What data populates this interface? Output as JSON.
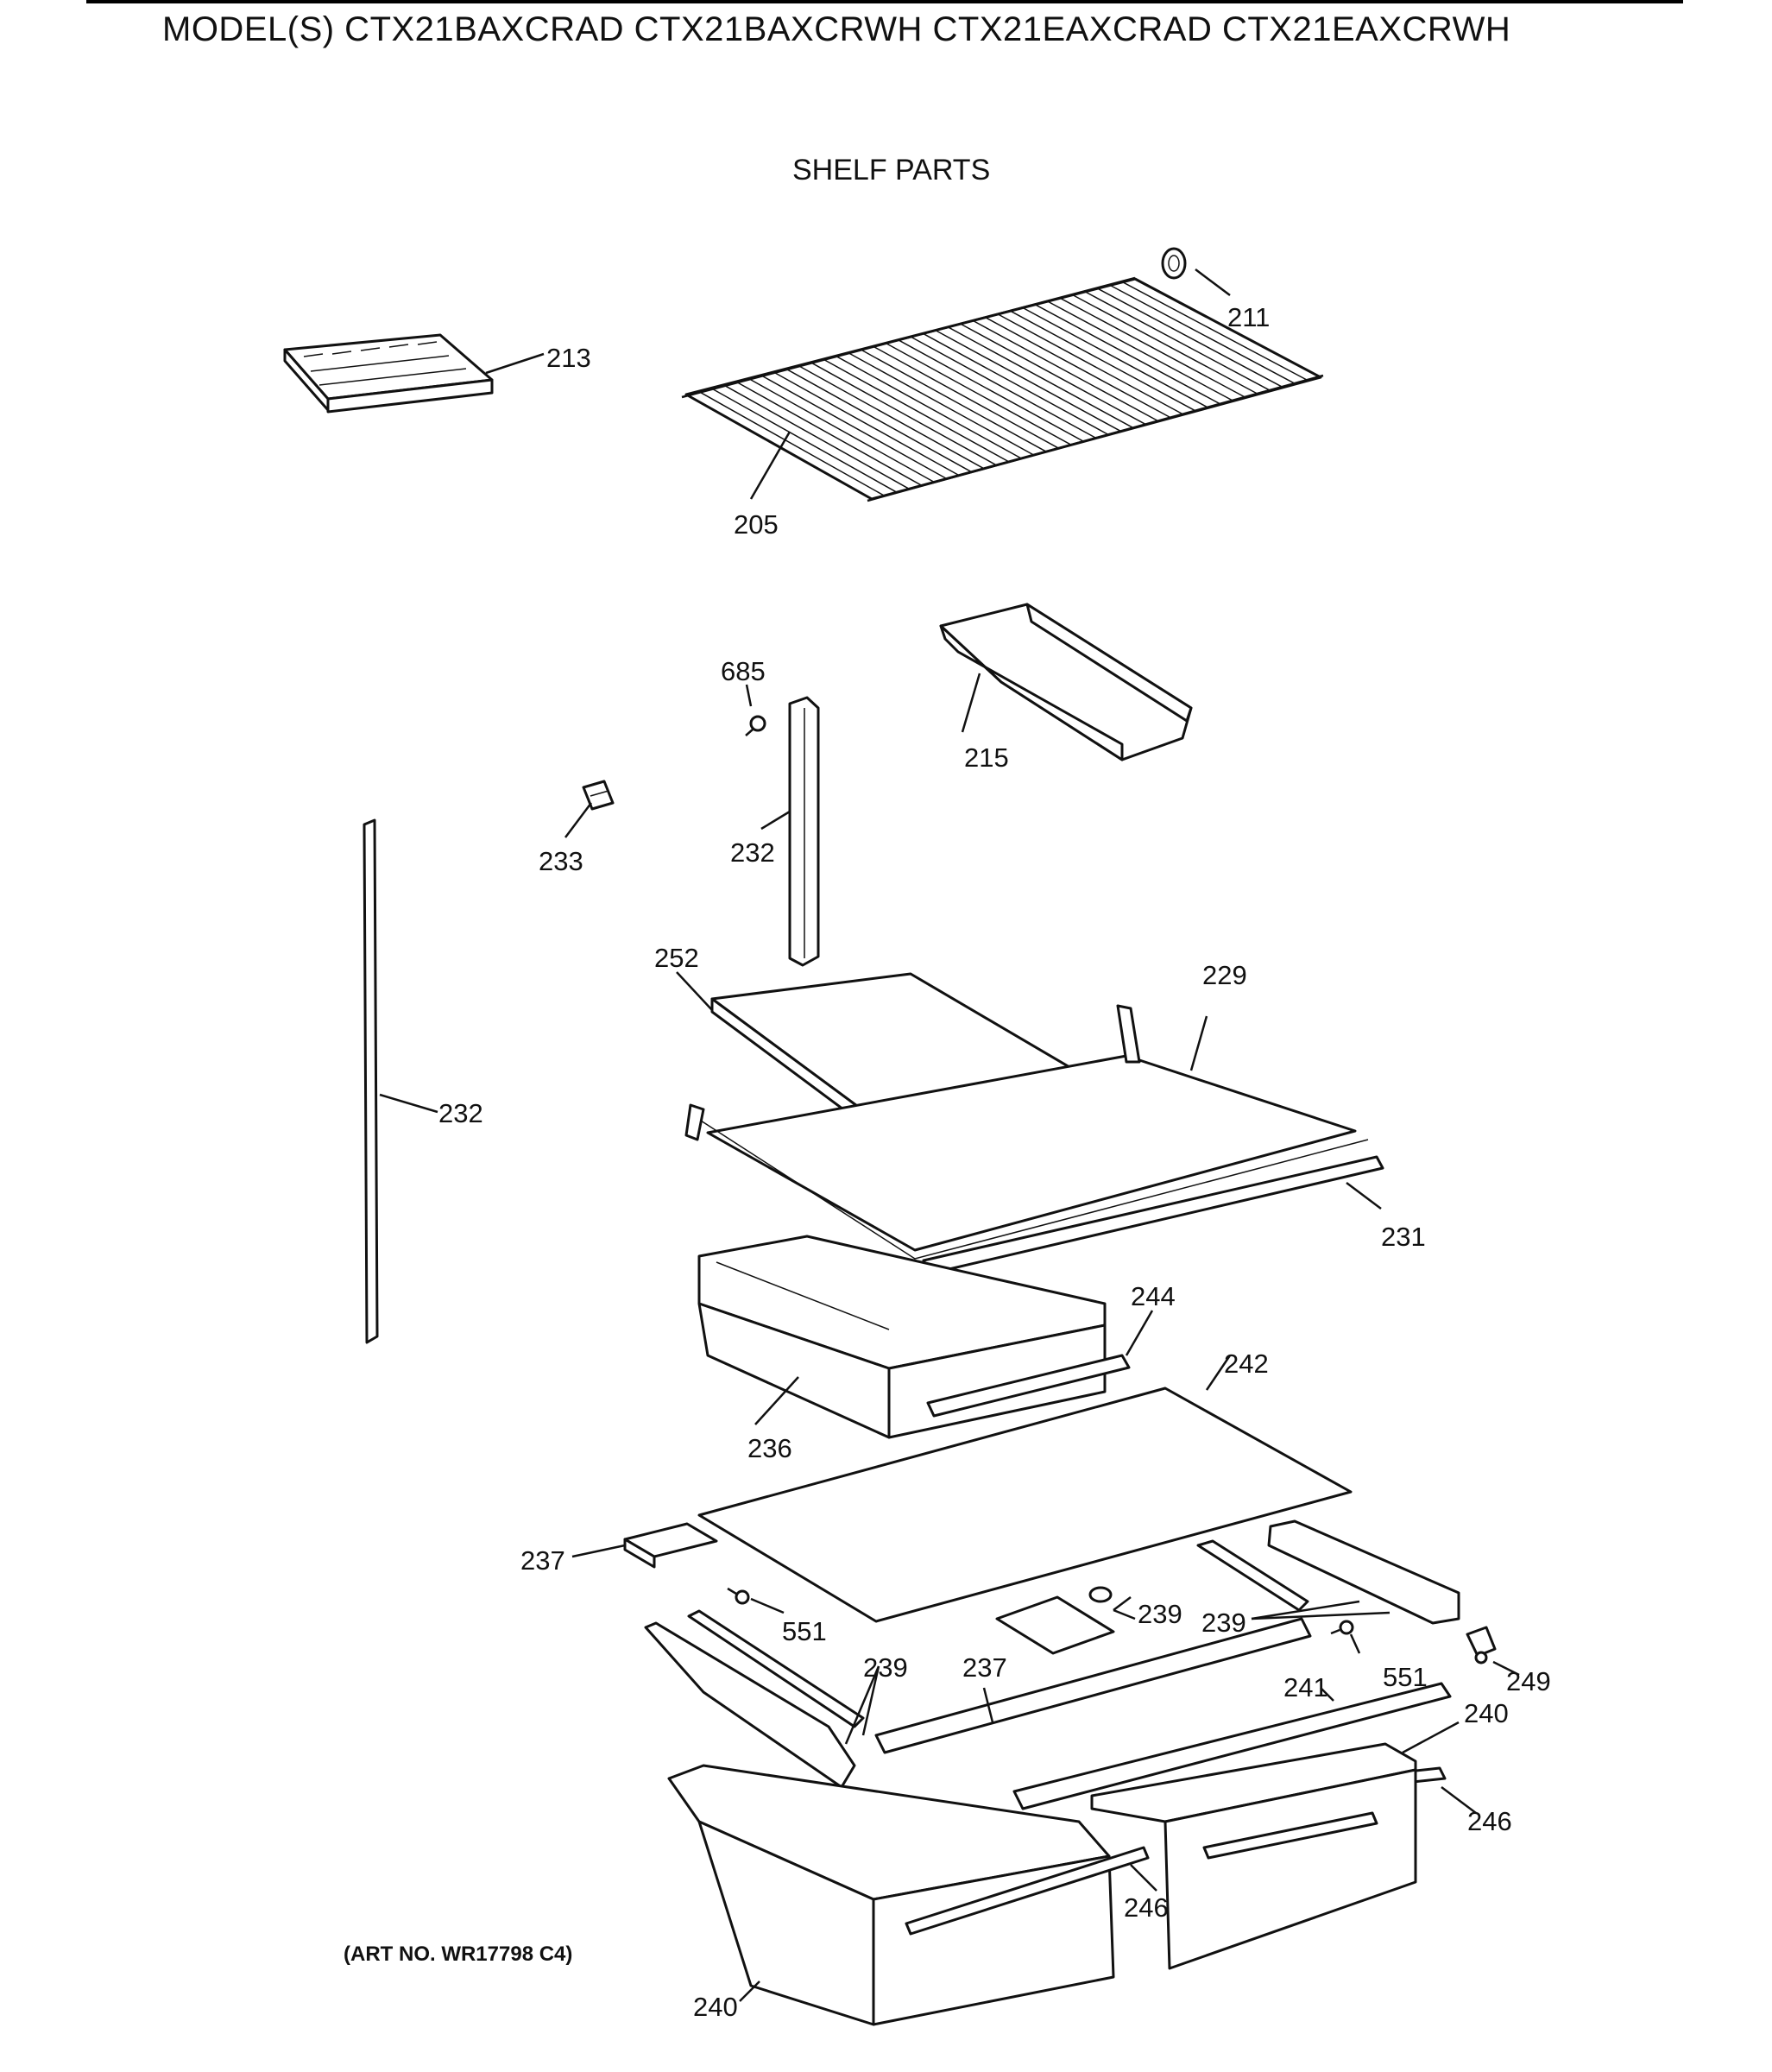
{
  "header": {
    "models": "MODEL(S) CTX21BAXCRAD  CTX21BAXCRWH  CTX21EAXCRAD  CTX21EAXCRWH"
  },
  "section": {
    "title": "SHELF PARTS"
  },
  "footer": {
    "art_number": "(ART NO. WR17798 C4)"
  },
  "callouts": [
    {
      "id": "c211",
      "text": "211"
    },
    {
      "id": "c213",
      "text": "213"
    },
    {
      "id": "c205",
      "text": "205"
    },
    {
      "id": "c685",
      "text": "685"
    },
    {
      "id": "c215",
      "text": "215"
    },
    {
      "id": "c233",
      "text": "233"
    },
    {
      "id": "c232a",
      "text": "232"
    },
    {
      "id": "c252",
      "text": "252"
    },
    {
      "id": "c229",
      "text": "229"
    },
    {
      "id": "c232b",
      "text": "232"
    },
    {
      "id": "c231",
      "text": "231"
    },
    {
      "id": "c244",
      "text": "244"
    },
    {
      "id": "c242",
      "text": "242"
    },
    {
      "id": "c236",
      "text": "236"
    },
    {
      "id": "c237a",
      "text": "237"
    },
    {
      "id": "c551a",
      "text": "551"
    },
    {
      "id": "c239a",
      "text": "239"
    },
    {
      "id": "c239b",
      "text": "239"
    },
    {
      "id": "c239c",
      "text": "239"
    },
    {
      "id": "c237b",
      "text": "237"
    },
    {
      "id": "c551b",
      "text": "551"
    },
    {
      "id": "c249",
      "text": "249"
    },
    {
      "id": "c241",
      "text": "241"
    },
    {
      "id": "c240a",
      "text": "240"
    },
    {
      "id": "c246a",
      "text": "246"
    },
    {
      "id": "c246b",
      "text": "246"
    },
    {
      "id": "c240b",
      "text": "240"
    }
  ]
}
